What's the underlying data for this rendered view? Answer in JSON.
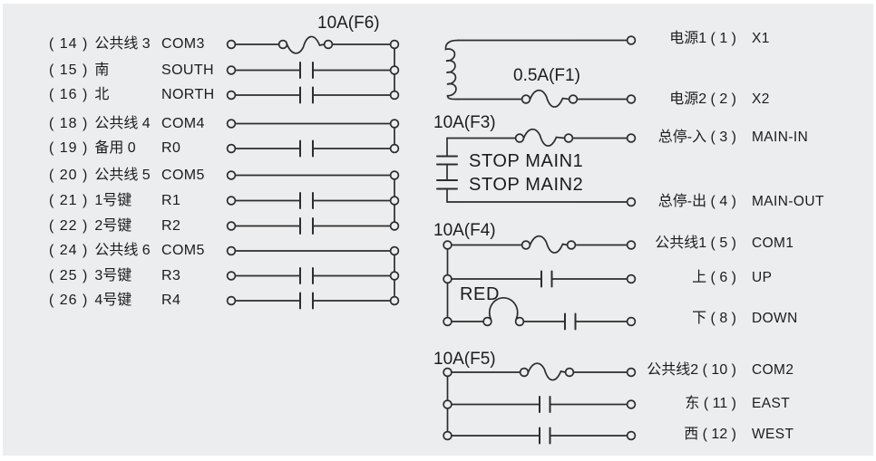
{
  "diagram": {
    "background_color": "#ecedee",
    "line_color": "#2d2d2d",
    "text_color": "#1c1c1c"
  },
  "left_bank": {
    "rows": [
      {
        "pin": "( 14 )",
        "cn": "公共线 3",
        "en": "COM3",
        "symbol": "fuse"
      },
      {
        "pin": "( 15 )",
        "cn": "南",
        "en": "SOUTH",
        "symbol": "contact"
      },
      {
        "pin": "( 16 )",
        "cn": "北",
        "en": "NORTH",
        "symbol": "contact"
      },
      {
        "pin": "( 18 )",
        "cn": "公共线 4",
        "en": "COM4",
        "symbol": "wire"
      },
      {
        "pin": "( 19 )",
        "cn": "备用 0",
        "en": "R0",
        "symbol": "contact"
      },
      {
        "pin": "( 20 )",
        "cn": "公共线 5",
        "en": "COM5",
        "symbol": "wire"
      },
      {
        "pin": "( 21 )",
        "cn": "1号键",
        "en": "R1",
        "symbol": "contact"
      },
      {
        "pin": "( 22 )",
        "cn": "2号键",
        "en": "R2",
        "symbol": "contact"
      },
      {
        "pin": "( 24 )",
        "cn": "公共线 6",
        "en": "COM5",
        "symbol": "wire"
      },
      {
        "pin": "( 25 )",
        "cn": "3号键",
        "en": "R3",
        "symbol": "contact"
      },
      {
        "pin": "( 26 )",
        "cn": "4号键",
        "en": "R4",
        "symbol": "contact"
      }
    ]
  },
  "right_bank": {
    "rows": [
      {
        "cn": "电源1 ( 1 )",
        "en": "X1"
      },
      {
        "cn": "电源2 ( 2 )",
        "en": "X2"
      },
      {
        "cn": "总停-入 ( 3 )",
        "en": "MAIN-IN"
      },
      {
        "cn": "总停-出 ( 4 )",
        "en": "MAIN-OUT"
      },
      {
        "cn": "公共线1 ( 5 )",
        "en": "COM1"
      },
      {
        "cn": "上 ( 6 )",
        "en": "UP"
      },
      {
        "cn": "下 ( 8 )",
        "en": "DOWN"
      },
      {
        "cn": "公共线2 ( 10 )",
        "en": "COM2"
      },
      {
        "cn": "东 ( 11 )",
        "en": "EAST"
      },
      {
        "cn": "西 ( 12 )",
        "en": "WEST"
      }
    ]
  },
  "fuse_labels": {
    "f6": "10A(F6)",
    "f1": "0.5A(F1)",
    "f3": "10A(F3)",
    "f4": "10A(F4)",
    "f5": "10A(F5)"
  },
  "annotations": {
    "stop_main1": "STOP MAIN1",
    "stop_main2": "STOP MAIN2",
    "red": "RED"
  }
}
